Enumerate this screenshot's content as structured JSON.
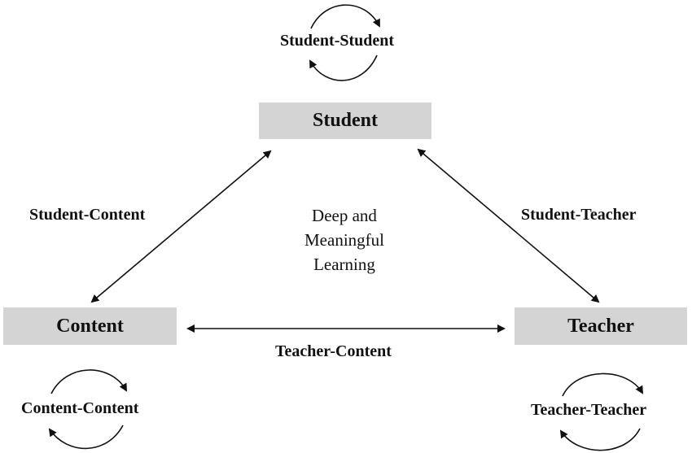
{
  "nodes": {
    "student": "Student",
    "content": "Content",
    "teacher": "Teacher"
  },
  "relations": {
    "student_content": "Student-Content",
    "student_teacher": "Student-Teacher",
    "teacher_content": "Teacher-Content"
  },
  "self_loops": {
    "student_student": "Student-Student",
    "content_content": "Content-Content",
    "teacher_teacher": "Teacher-Teacher"
  },
  "center": {
    "lines": [
      "Deep and",
      "Meaningful",
      "Learning"
    ]
  },
  "colors": {
    "box_fill": "#d4d4d4",
    "line": "#111111"
  }
}
